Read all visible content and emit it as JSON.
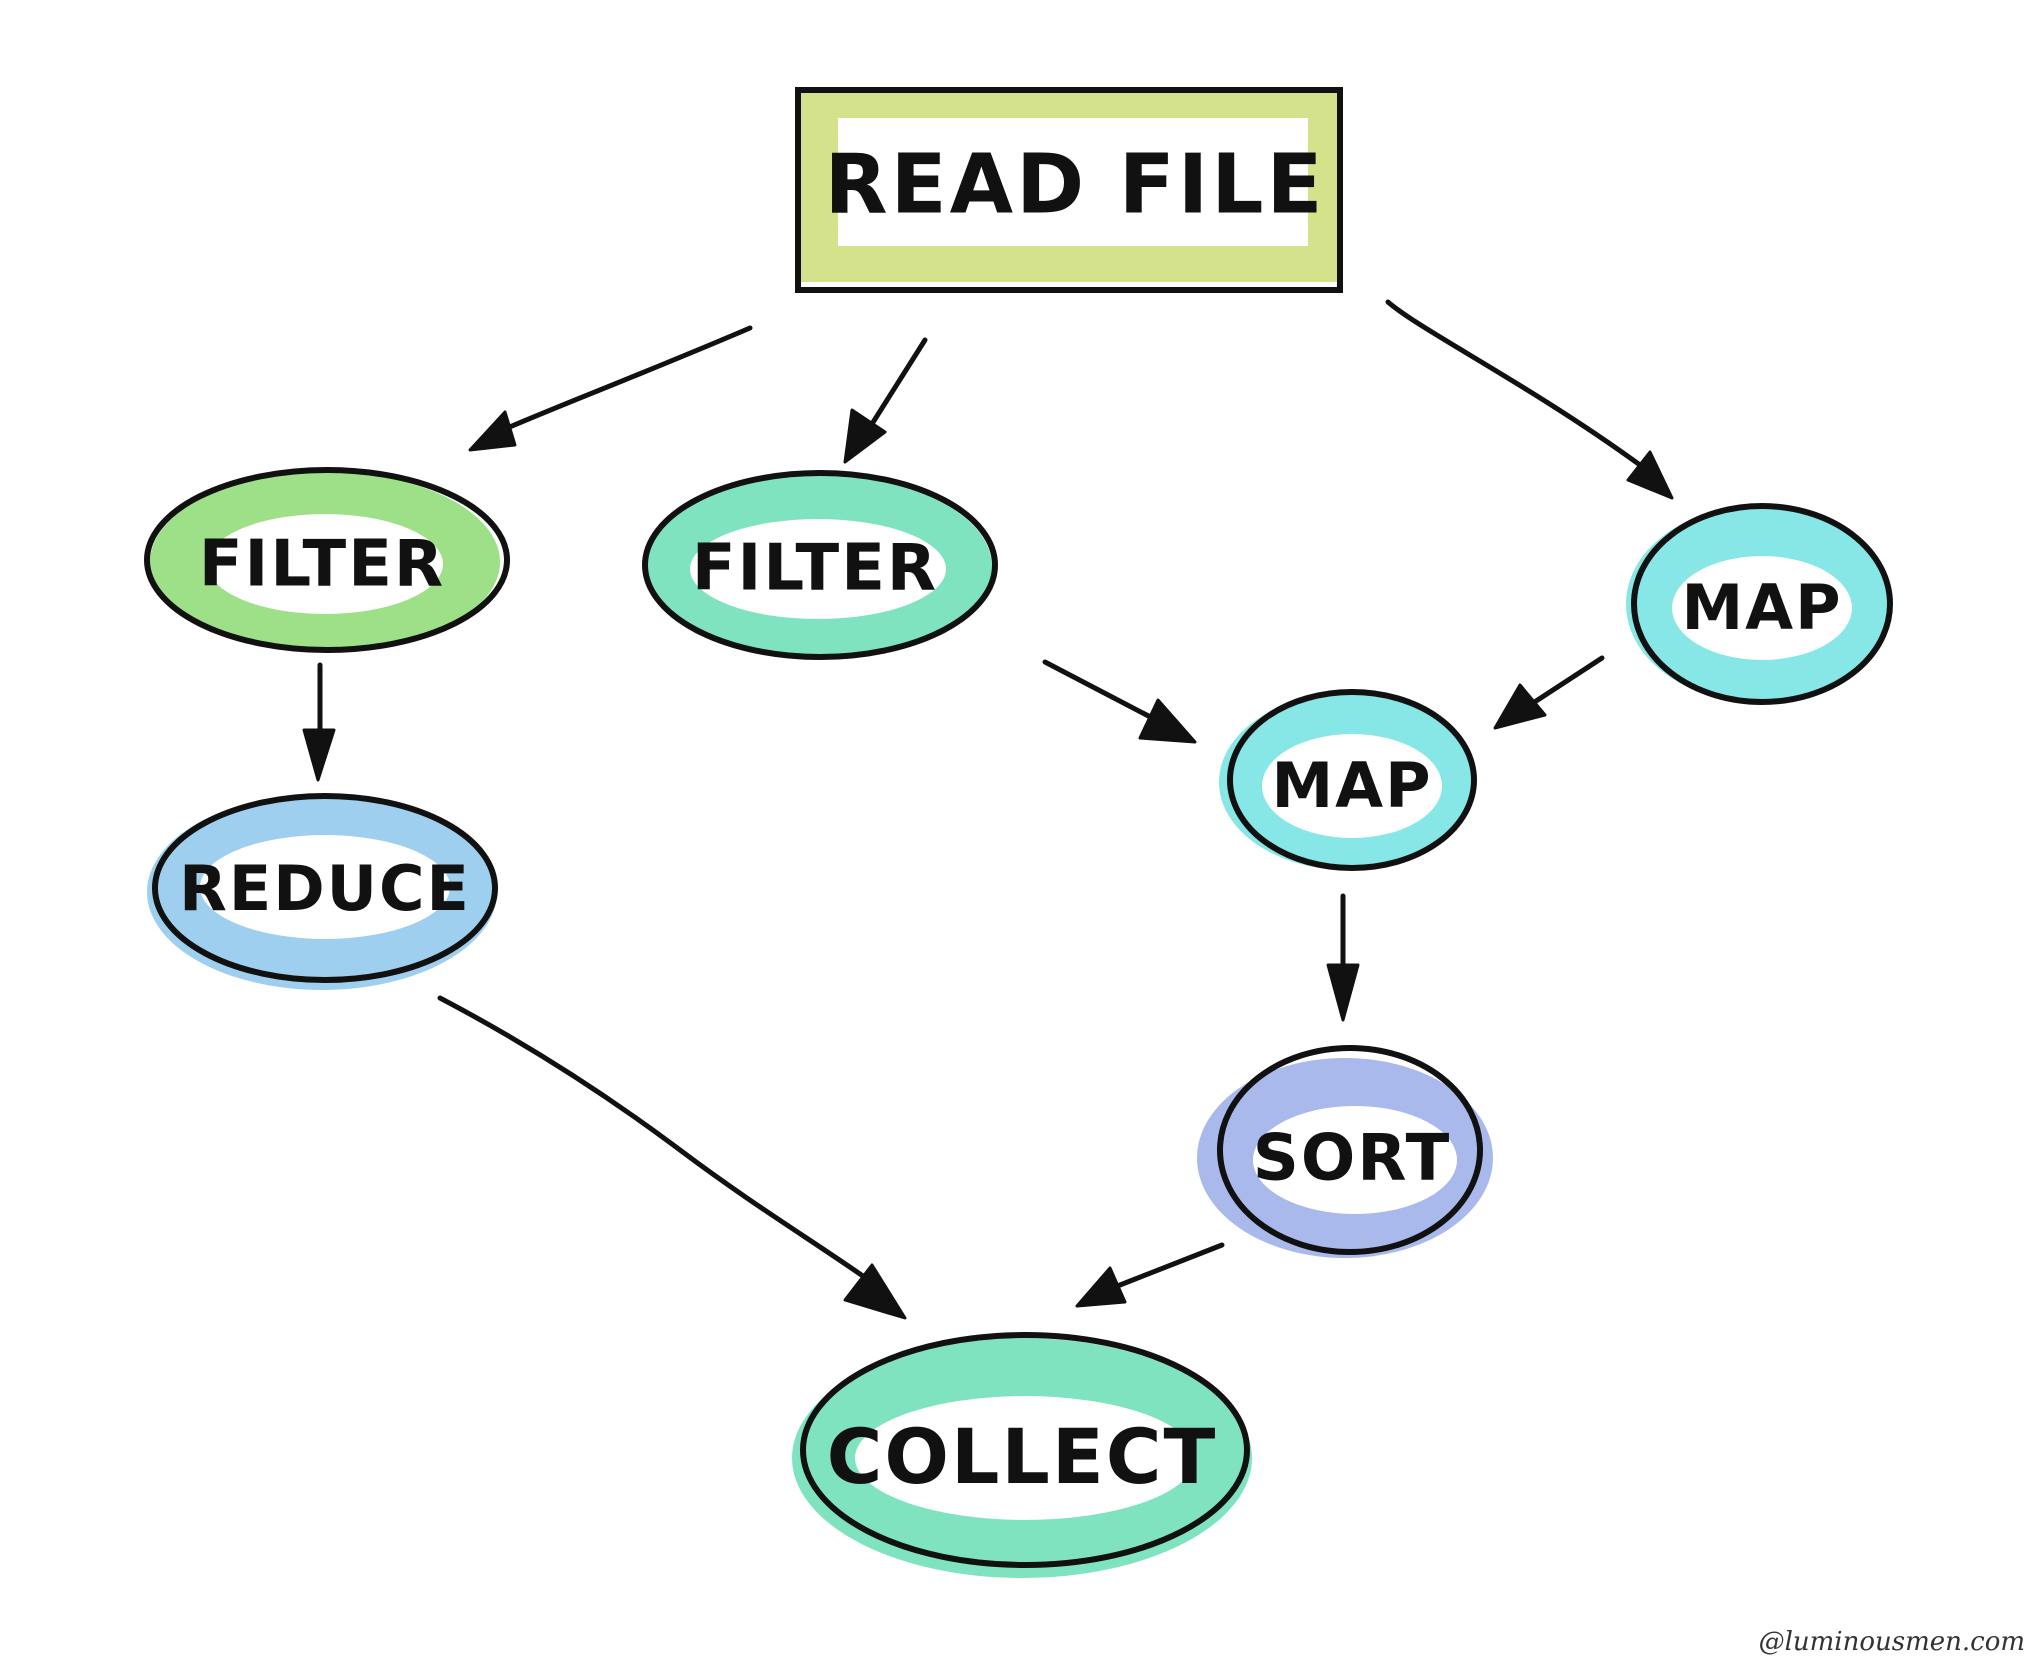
{
  "title": "READ FILE",
  "nodes": {
    "filter_left": {
      "label": "FILTER",
      "color": "#9ee087"
    },
    "filter_mid": {
      "label": "FILTER",
      "color": "#7fe3bf"
    },
    "map_right": {
      "label": "MAP",
      "color": "#87e6e6"
    },
    "map_center": {
      "label": "MAP",
      "color": "#87e6e6"
    },
    "reduce": {
      "label": "REDUCE",
      "color": "#9fcfee"
    },
    "sort": {
      "label": "SORT",
      "color": "#a9b9ec"
    },
    "collect": {
      "label": "COLLECT",
      "color": "#7fe3bf"
    }
  },
  "title_box_color": "#d4e28b",
  "credit": "@luminousmen.com"
}
